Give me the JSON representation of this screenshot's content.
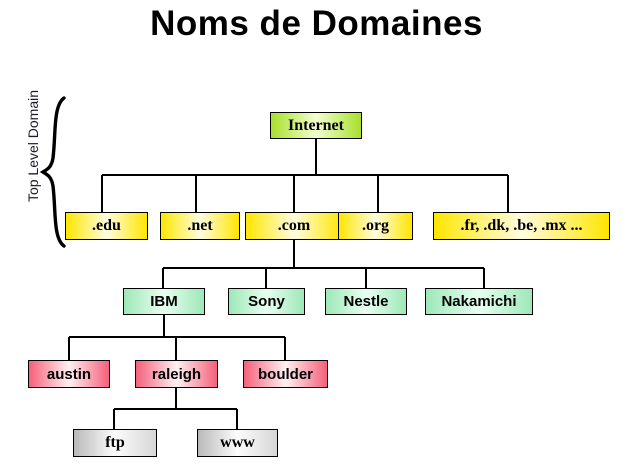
{
  "page": {
    "title": "Noms de Domaines",
    "background_color": "#ffffff"
  },
  "annotation": {
    "brace_label": "Top Level Domain",
    "brace_icon": "curly-brace-icon"
  },
  "colors": {
    "root": "#a8e02c",
    "tld": "#ffe600",
    "organization": "#9de8b8",
    "site": "#f4607a",
    "service": "#b9b9b9",
    "border": "#000000",
    "connector": "#000000"
  },
  "tree": {
    "root": {
      "label": "Internet",
      "level": "root"
    },
    "top_level_domains": [
      {
        "label": ".edu"
      },
      {
        "label": ".net"
      },
      {
        "label": ".com"
      },
      {
        "label": ".org"
      },
      {
        "label": ".fr, .dk, .be, .mx ..."
      }
    ],
    "organizations": [
      {
        "label": "IBM",
        "parent": ".com"
      },
      {
        "label": "Sony",
        "parent": ".com"
      },
      {
        "label": "Nestle",
        "parent": ".com"
      },
      {
        "label": "Nakamichi",
        "parent": ".com"
      }
    ],
    "sites": [
      {
        "label": "austin",
        "parent": "IBM"
      },
      {
        "label": "raleigh",
        "parent": "IBM"
      },
      {
        "label": "boulder",
        "parent": "IBM"
      }
    ],
    "services": [
      {
        "label": "ftp",
        "parent": "raleigh"
      },
      {
        "label": "www",
        "parent": "raleigh"
      }
    ]
  }
}
